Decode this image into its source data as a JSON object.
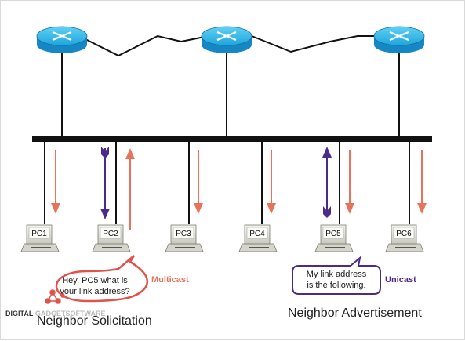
{
  "pcs": [
    {
      "label": "PC1"
    },
    {
      "label": "PC2"
    },
    {
      "label": "PC3"
    },
    {
      "label": "PC4"
    },
    {
      "label": "PC5"
    },
    {
      "label": "PC6"
    }
  ],
  "solicitation": {
    "bubble_line1": "Hey, PC5 what is",
    "bubble_line2": "your link address?",
    "cast_label": "Multicast",
    "caption": "Neighbor Solicitation"
  },
  "advertisement": {
    "bubble_line1": "My link address",
    "bubble_line2": "is the following.",
    "cast_label": "Unicast",
    "caption": "Neighbor Advertisement"
  },
  "watermark": {
    "text_dark": "DIGITAL",
    "text_light": "GADGETSOFTWARE"
  },
  "colors": {
    "router_top": "#2fb3e6",
    "router_side": "#1587c4",
    "bus": "#111111",
    "multicast_arrow": "#e8735a",
    "unicast_arrow": "#4b2a8c",
    "multicast_text": "#e8735a",
    "unicast_text": "#4b2a8c",
    "bubble_red": "#e0524a",
    "bubble_purple": "#4b2a8c"
  }
}
